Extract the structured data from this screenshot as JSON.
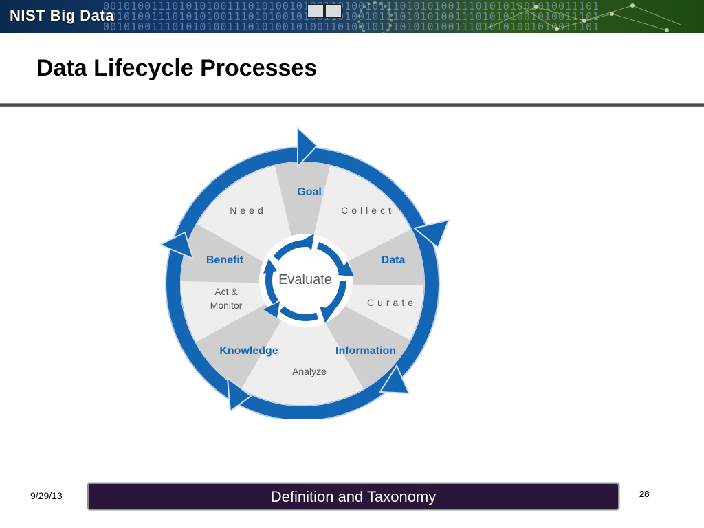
{
  "header": {
    "brand": "NIST Big Data",
    "binary_pattern": "001010011101010100111010100101001101001011101010100111010101001010011101"
  },
  "slide": {
    "title": "Data Lifecycle Processes"
  },
  "diagram": {
    "center": "Evaluate",
    "states": [
      "Goal",
      "Data",
      "Information",
      "Knowledge",
      "Benefit"
    ],
    "processes": {
      "need": "Need",
      "collect": "Collect",
      "curate": "Curate",
      "analyze": "Analyze",
      "act_line1": "Act &",
      "act_line2": "Monitor"
    },
    "colors": {
      "ring": "#1565b5",
      "wedge_dark": "#cfcfcf",
      "wedge_light": "#eeeeef",
      "label": "#1565b5"
    }
  },
  "footer": {
    "date": "9/29/13",
    "label": "Definition and Taxonomy",
    "page": "28"
  }
}
